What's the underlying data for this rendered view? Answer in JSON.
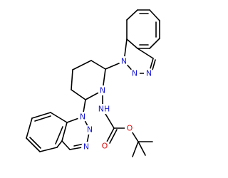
{
  "molecule": {
    "atoms": {
      "n_ring": {
        "symbol": "N",
        "color": "#1a1ad6"
      },
      "n_bt1_n1": {
        "symbol": "N",
        "color": "#1a1ad6"
      },
      "n_bt1_n2": {
        "symbol": "N",
        "color": "#1a1ad6"
      },
      "n_bt1_n3": {
        "symbol": "N",
        "color": "#1a1ad6"
      },
      "n_bt2_n1": {
        "symbol": "N",
        "color": "#1a1ad6"
      },
      "n_bt2_n2": {
        "symbol": "N",
        "color": "#1a1ad6"
      },
      "n_bt2_n3": {
        "symbol": "N",
        "color": "#1a1ad6"
      },
      "nh": {
        "symbol": "NH",
        "color": "#1a1ad6"
      },
      "o_carbonyl": {
        "symbol": "O",
        "color": "#e01010"
      },
      "o_ester": {
        "symbol": "O",
        "color": "#e01010"
      }
    }
  }
}
